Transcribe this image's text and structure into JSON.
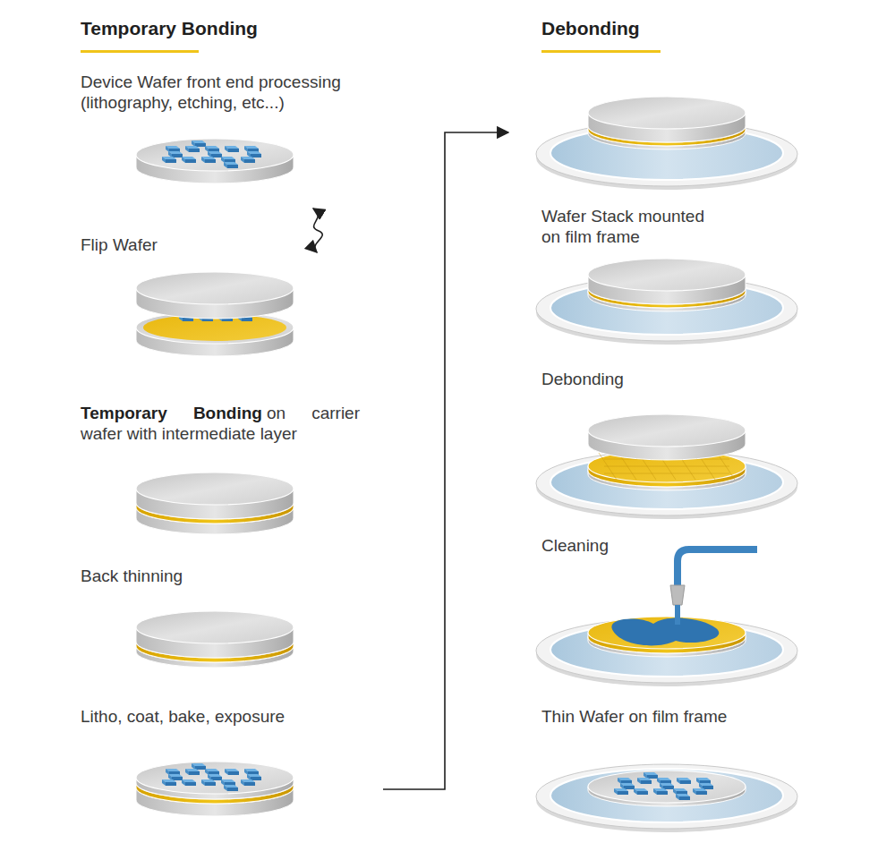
{
  "diagram": {
    "labels": [
      "Temporary Bonding",
      "Device Wafer front end processing (lithography, etching, etc...)",
      "Flip Wafer",
      "Temporary Bonding",
      "on carrier wafer with intermediate layer",
      "Back thinning",
      "Litho, coat, bake, exposure",
      "Debonding",
      "Wafer Stack mounted on film frame",
      "Debonding",
      "Cleaning",
      "Thin Wafer on film frame"
    ]
  }
}
